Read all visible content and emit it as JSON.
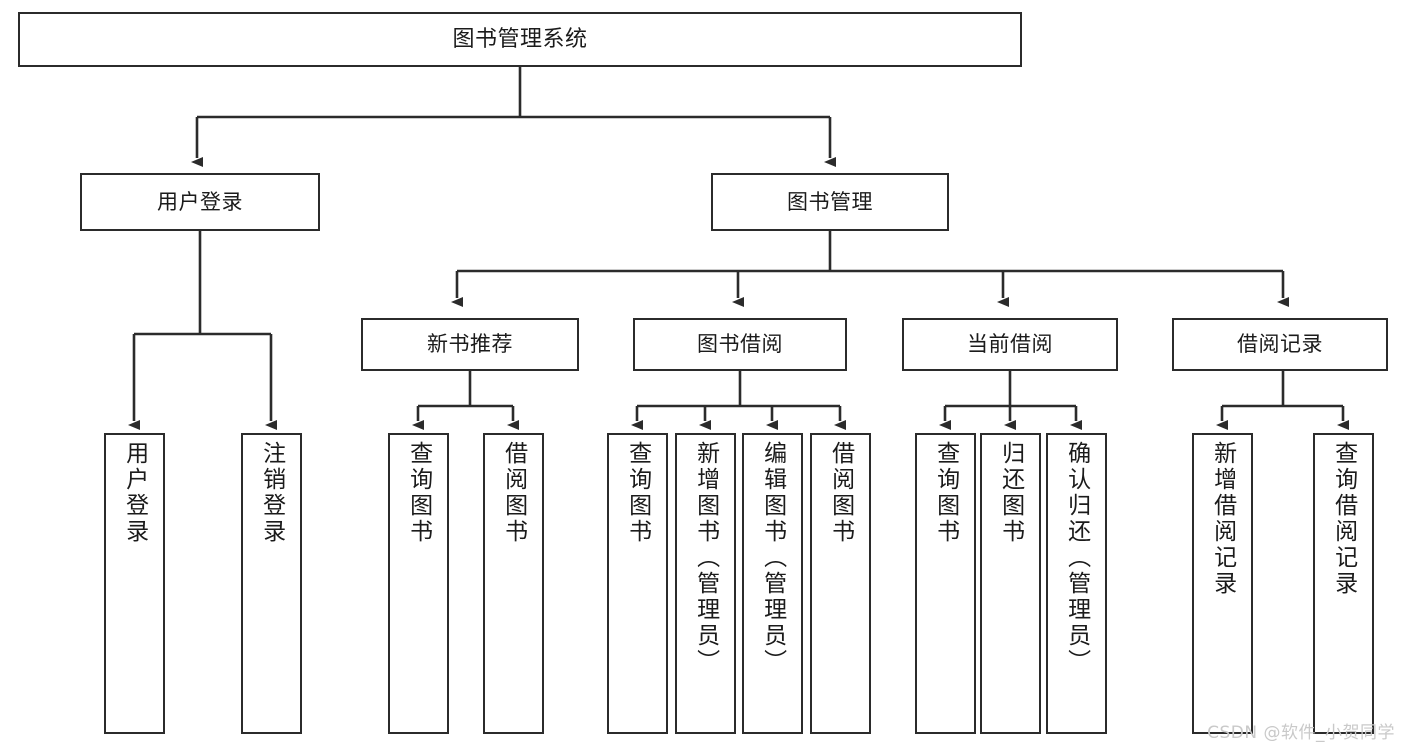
{
  "diagram": {
    "title": "图书管理系统",
    "type": "tree-hierarchy",
    "colors": {
      "box_border": "#2b2b2b",
      "box_fill": "#ffffff",
      "edge": "#2b2b2b",
      "text": "#1b1b1b",
      "watermark": "#c9c9c9",
      "background": "#ffffff"
    },
    "root": {
      "label": "图书管理系统"
    },
    "level2": [
      {
        "id": "user-login",
        "label": "用户登录"
      },
      {
        "id": "book-manage",
        "label": "图书管理"
      }
    ],
    "level3": [
      {
        "id": "new-book-rec",
        "label": "新书推荐"
      },
      {
        "id": "book-borrow",
        "label": "图书借阅"
      },
      {
        "id": "current-borrow",
        "label": "当前借阅"
      },
      {
        "id": "borrow-record",
        "label": "借阅记录"
      }
    ],
    "leaves": {
      "user_login": [
        {
          "id": "leaf-user-login",
          "label": "用户登录"
        },
        {
          "id": "leaf-logout-login",
          "label": "注销登录"
        }
      ],
      "new_book_rec": [
        {
          "id": "leaf-query-book-1",
          "label": "查询图书"
        },
        {
          "id": "leaf-borrow-book-1",
          "label": "借阅图书"
        }
      ],
      "book_borrow": [
        {
          "id": "leaf-query-book-2",
          "label": "查询图书"
        },
        {
          "id": "leaf-add-book",
          "label": "新增图书（管理员）"
        },
        {
          "id": "leaf-edit-book",
          "label": "编辑图书（管理员）"
        },
        {
          "id": "leaf-borrow-book-2",
          "label": "借阅图书"
        }
      ],
      "current_borrow": [
        {
          "id": "leaf-query-book-3",
          "label": "查询图书"
        },
        {
          "id": "leaf-return-book",
          "label": "归还图书"
        },
        {
          "id": "leaf-confirm-return",
          "label": "确认归还（管理员）"
        }
      ],
      "borrow_record": [
        {
          "id": "leaf-add-record",
          "label": "新增借阅记录"
        },
        {
          "id": "leaf-query-record",
          "label": "查询借阅记录"
        }
      ]
    }
  },
  "watermark": {
    "text": "CSDN @软件_小贺同学"
  }
}
